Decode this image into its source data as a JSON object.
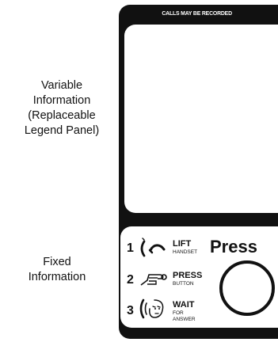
{
  "labels": {
    "variable": [
      "Variable",
      "Information",
      "(Replaceable",
      "Legend Panel)"
    ],
    "fixed": [
      "Fixed",
      "Information"
    ]
  },
  "panel": {
    "header": "CALLS MAY BE  RECORDED",
    "colors": {
      "panel": "#111111",
      "face": "#ffffff"
    }
  },
  "steps": [
    {
      "num": "1",
      "title": "LIFT",
      "sub": [
        "HANDSET"
      ],
      "icon": "handset-icon"
    },
    {
      "num": "2",
      "title": "PRESS",
      "sub": [
        "BUTTON"
      ],
      "icon": "pointing-hand-icon"
    },
    {
      "num": "3",
      "title": "WAIT",
      "sub": [
        "FOR",
        "ANSWER"
      ],
      "icon": "listening-face-icon"
    }
  ],
  "press": {
    "label": "Press"
  }
}
